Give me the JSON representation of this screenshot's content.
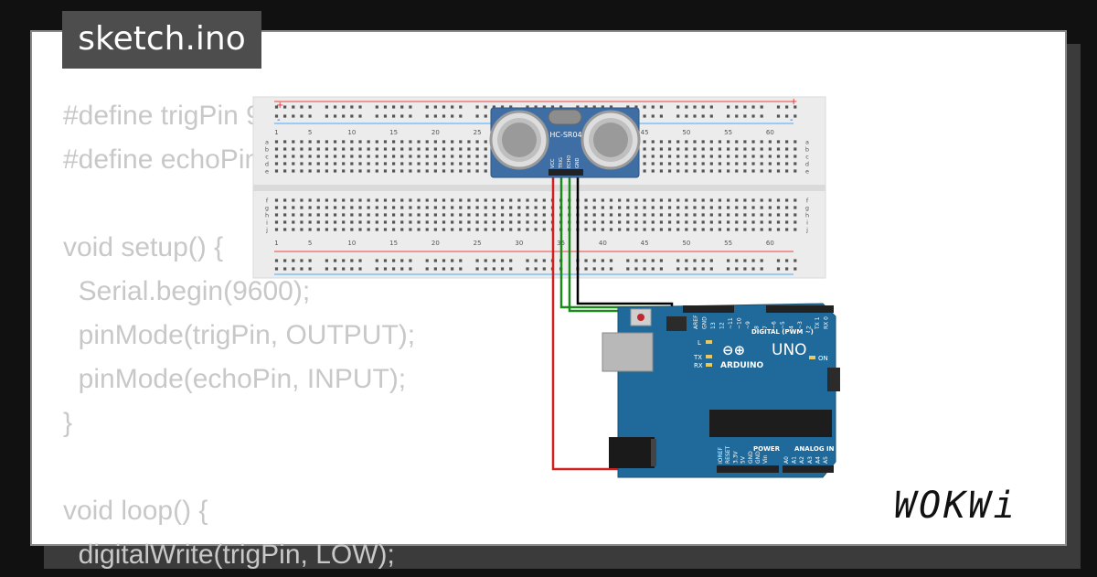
{
  "header": {
    "filename": "sketch.ino"
  },
  "code": {
    "lines": [
      "#define trigPin 9",
      "#define echoPin 10",
      "",
      "void setup() {",
      "  Serial.begin(9600);",
      "  pinMode(trigPin, OUTPUT);",
      "  pinMode(echoPin, INPUT);",
      "}",
      "",
      "void loop() {",
      "  digitalWrite(trigPin, LOW);"
    ]
  },
  "breadboard": {
    "column_labels": [
      "1",
      "5",
      "10",
      "15",
      "20",
      "25",
      "30",
      "35",
      "40",
      "45",
      "50",
      "55",
      "60"
    ],
    "row_labels_top": [
      "a",
      "b",
      "c",
      "d",
      "e"
    ],
    "row_labels_bottom": [
      "f",
      "g",
      "h",
      "i",
      "j"
    ],
    "rail_plus": "+",
    "rail_minus": "-"
  },
  "sensor": {
    "model": "HC-SR04",
    "pins": [
      "VCC",
      "TRIG",
      "ECHO",
      "GND"
    ]
  },
  "arduino": {
    "brand": "ARDUINO",
    "model": "UNO",
    "on_label": "ON",
    "led_labels": [
      "L",
      "TX",
      "RX"
    ],
    "digital_label": "DIGITAL (PWM ~)",
    "power_label": "POWER",
    "analog_label": "ANALOG IN",
    "digital_pins": [
      "AREF",
      "GND",
      "13",
      "12",
      "~11",
      "~10",
      "~9",
      "8",
      "7",
      "~6",
      "~5",
      "4",
      "~3",
      "2",
      "TX 1",
      "RX 0"
    ],
    "power_pins": [
      "IOREF",
      "RESET",
      "3.3V",
      "5V",
      "GND",
      "GND",
      "Vin"
    ],
    "analog_pins": [
      "A0",
      "A1",
      "A2",
      "A3",
      "A4",
      "A5"
    ]
  },
  "wires": {
    "colors": {
      "vcc": "#d22020",
      "trig": "#1a8a1a",
      "echo": "#1a8a1a",
      "gnd": "#000000"
    }
  },
  "brand": {
    "logo_text": "WOKWi"
  }
}
